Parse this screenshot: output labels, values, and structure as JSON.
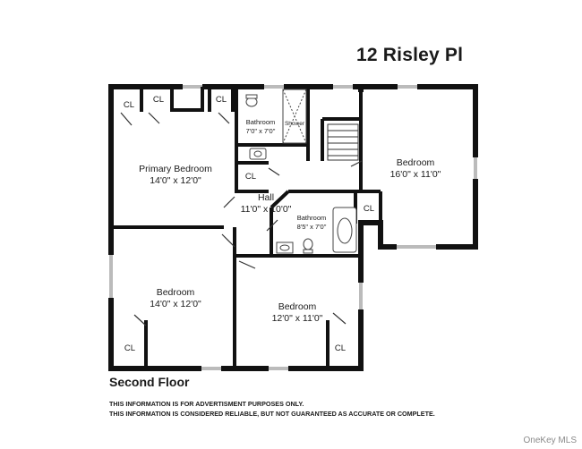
{
  "header": {
    "address": "12 Risley Pl"
  },
  "floor": {
    "title": "Second Floor"
  },
  "disclaimer": {
    "line1": "THIS INFORMATION IS FOR ADVERTISMENT PURPOSES ONLY.",
    "line2": "THIS INFORMATION IS CONSIDERED RELIABLE, BUT NOT GUARANTEED AS ACCURATE OR COMPLETE."
  },
  "watermark": "OneKey MLS",
  "rooms": {
    "primary_bedroom": {
      "name": "Primary Bedroom",
      "dims": "14'0\" x 12'0\""
    },
    "bedroom_right": {
      "name": "Bedroom",
      "dims": "16'0\" x 11'0\""
    },
    "bedroom_left": {
      "name": "Bedroom",
      "dims": "14'0\" x 12'0\""
    },
    "bedroom_bottom": {
      "name": "Bedroom",
      "dims": "12'0\" x 11'0\""
    },
    "hall": {
      "name": "Hall",
      "dims": "11'0\" x 10'0\""
    },
    "bathroom_top": {
      "name": "Bathroom",
      "dims": "7'0\" x 7'0\""
    },
    "bathroom_mid": {
      "name": "Bathroom",
      "dims": "8'5\" x 7'0\""
    },
    "shower": "Shower"
  },
  "closets": {
    "cl1": "CL",
    "cl2": "CL",
    "cl3": "CL",
    "cl4": "CL",
    "cl5": "CL",
    "cl6": "CL",
    "cl7": "CL"
  }
}
